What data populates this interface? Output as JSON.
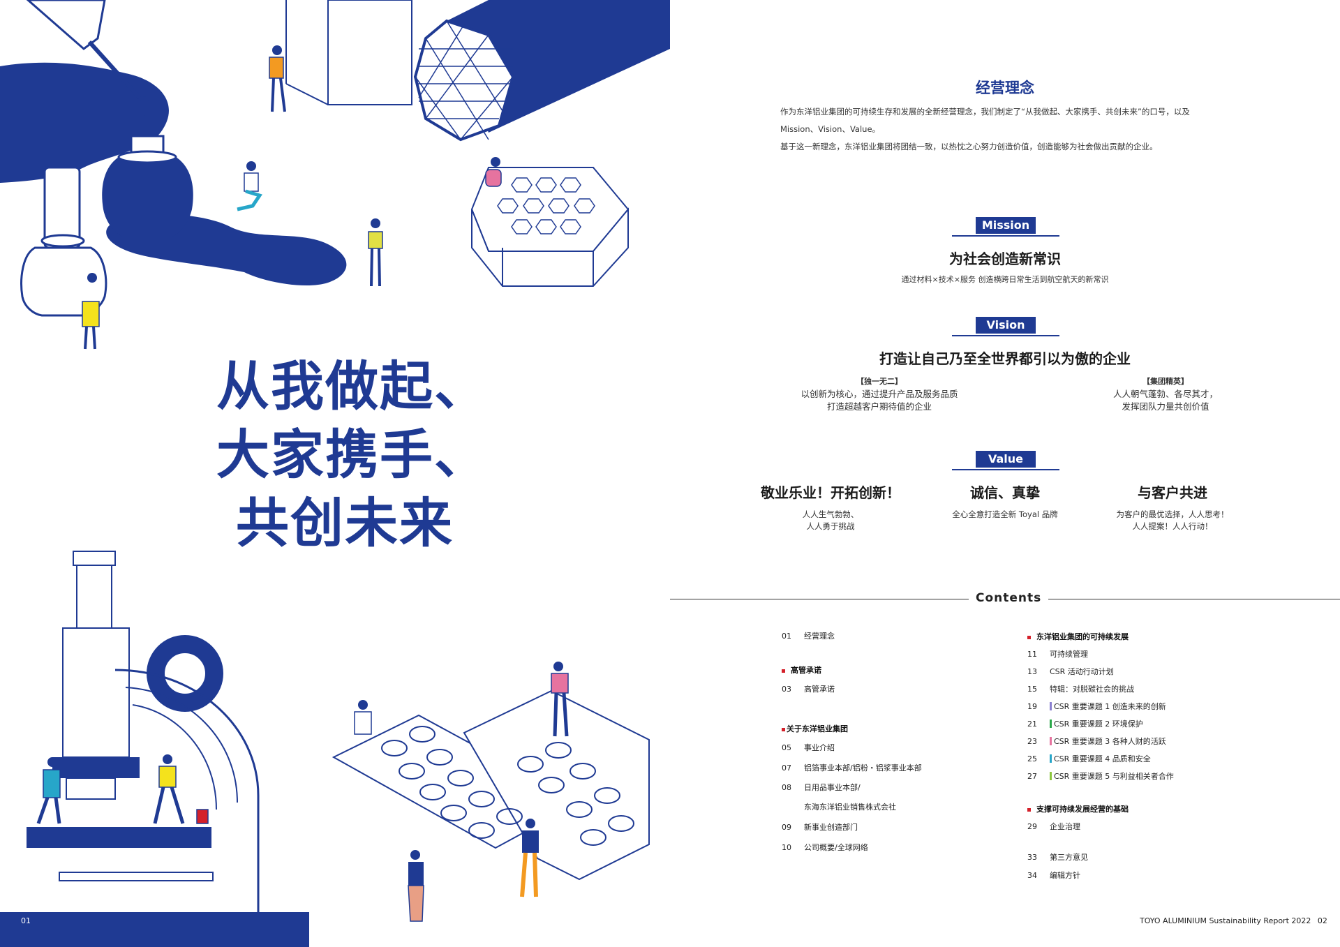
{
  "left": {
    "slogan": [
      "从我做起、",
      "大家携手、",
      "共创未来"
    ],
    "page_number": "01"
  },
  "right": {
    "philosophy": {
      "title": "经营理念",
      "paragraph": [
        "作为东洋铝业集团的可持续生存和发展的全新经营理念，我们制定了“从我做起、大家携手、共创未来”的口号，以及",
        "Mission、Vision、Value。",
        "基于这一新理念，东洋铝业集团将团结一致，以热忱之心努力创造价值，创造能够为社会做出贡献的企业。"
      ]
    },
    "mission": {
      "tag": "Mission",
      "title": "为社会创造新常识",
      "desc": "通过材料×技术×服务 创造横跨日常生活到航空航天的新常识"
    },
    "vision": {
      "tag": "Vision",
      "title": "打造让自己乃至全世界都引以为傲的企业",
      "columns": [
        {
          "heading": "【独一无二】",
          "lines": [
            "以创新为核心，通过提升产品及服务品质",
            "打造超越客户期待值的企业"
          ]
        },
        {
          "heading": "【集团精英】",
          "lines": [
            "人人朝气蓬勃、各尽其才，",
            "发挥团队力量共创价值"
          ]
        }
      ]
    },
    "value": {
      "tag": "Value",
      "columns": [
        {
          "title": "敬业乐业！开拓创新！",
          "lines": [
            "人人生气勃勃、",
            "人人勇于挑战"
          ]
        },
        {
          "title": "诚信、真挚",
          "lines": [
            "全心全意打造全新 Toyal 品牌"
          ]
        },
        {
          "title": "与客户共进",
          "lines": [
            "为客户的最优选择，人人思考！",
            "人人提案！人人行动！"
          ]
        }
      ]
    },
    "contents": {
      "title": "Contents",
      "left_column": [
        {
          "type": "item",
          "no": "01",
          "label": "经营理念"
        },
        {
          "type": "head",
          "label": "高管承诺"
        },
        {
          "type": "item",
          "no": "03",
          "label": "高管承诺"
        },
        {
          "type": "head",
          "label": "关于东洋铝业集团"
        },
        {
          "type": "item",
          "no": "05",
          "label": "事业介绍"
        },
        {
          "type": "item",
          "no": "07",
          "label": "铝箔事业本部/铝粉・铝浆事业本部"
        },
        {
          "type": "item",
          "no": "08",
          "label": "日用品事业本部/"
        },
        {
          "type": "item",
          "no": "",
          "label": "东海东洋铝业销售株式会社"
        },
        {
          "type": "item",
          "no": "09",
          "label": "新事业创造部门"
        },
        {
          "type": "item",
          "no": "10",
          "label": "公司概要/全球网络"
        }
      ],
      "right_column": [
        {
          "type": "head",
          "label": "东洋铝业集团的可持续发展"
        },
        {
          "type": "item",
          "no": "11",
          "label": "可持续管理"
        },
        {
          "type": "item",
          "no": "13",
          "label": "CSR 活动行动计划"
        },
        {
          "type": "item",
          "no": "15",
          "label": "特辑：对脱碳社会的挑战"
        },
        {
          "type": "item",
          "no": "19",
          "label": "CSR 重要课题 1 创造未来的创新",
          "mark": "#8a7fd0"
        },
        {
          "type": "item",
          "no": "21",
          "label": "CSR 重要课题 2 环境保护",
          "mark": "#2ba84a"
        },
        {
          "type": "item",
          "no": "23",
          "label": "CSR 重要课题 3 各种人财的活跃",
          "mark": "#e6739f"
        },
        {
          "type": "item",
          "no": "25",
          "label": "CSR 重要课题 4 品质和安全",
          "mark": "#27a6c9"
        },
        {
          "type": "item",
          "no": "27",
          "label": "CSR 重要课题 5 与利益相关者合作",
          "mark": "#8cc63e"
        },
        {
          "type": "head",
          "label": "支撑可持续发展经营的基础"
        },
        {
          "type": "item",
          "no": "29",
          "label": "企业治理"
        },
        {
          "type": "item",
          "no": "33",
          "label": "第三方意见"
        },
        {
          "type": "item",
          "no": "34",
          "label": "编辑方针"
        }
      ]
    },
    "footer": {
      "report": "TOYO ALUMINIUM Sustainability Report 2022",
      "page_number": "02"
    }
  },
  "colors": {
    "brand_blue": "#1f3a93",
    "accent_yellow": "#f4e21c",
    "accent_pink": "#e6739f",
    "accent_orange": "#f39a21",
    "accent_red": "#d4202a"
  }
}
